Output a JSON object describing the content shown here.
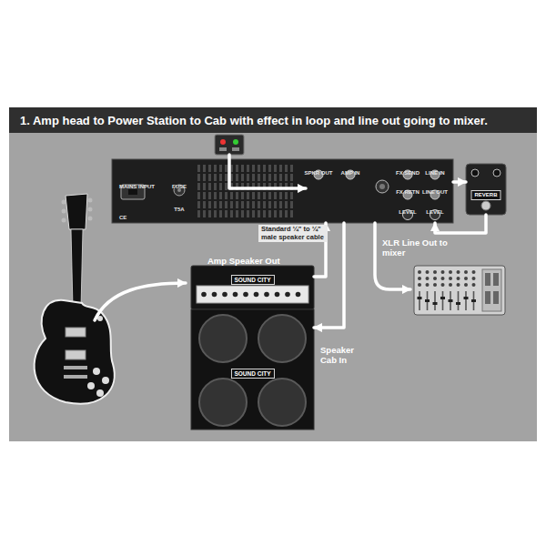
{
  "diagram": {
    "title": "1. Amp head to Power Station to Cab with effect in loop and line out going to mixer.",
    "nodes": [
      {
        "text": [
          "MAINS INPUT",
          "FUSE",
          "T5A",
          "CE",
          "SPKR OUT",
          "AMP IN",
          "FX SEND",
          "LINE IN",
          "FX RETN",
          "LINE OUT",
          "LEVEL",
          "LEVEL"
        ]
      },
      {
        "text": [
          "SOUND CITY"
        ]
      },
      {
        "text": [
          "SOUND CITY"
        ]
      },
      {
        "text": [
          "REVERB"
        ]
      }
    ],
    "edges": [
      {
        "from": 1,
        "to": 0,
        "arrow": "to"
      },
      {
        "from": 0,
        "to": 2,
        "arrow": "to"
      },
      {
        "from": 0,
        "to": 3,
        "arrow": "to"
      },
      {
        "from": 3,
        "to": 0,
        "arrow": "to"
      }
    ],
    "labels": [
      "Amp Speaker Out",
      "Standard ¼\" to ¼\" male speaker cable",
      "XLR Line Out to mixer",
      "Speaker Cab In"
    ]
  }
}
